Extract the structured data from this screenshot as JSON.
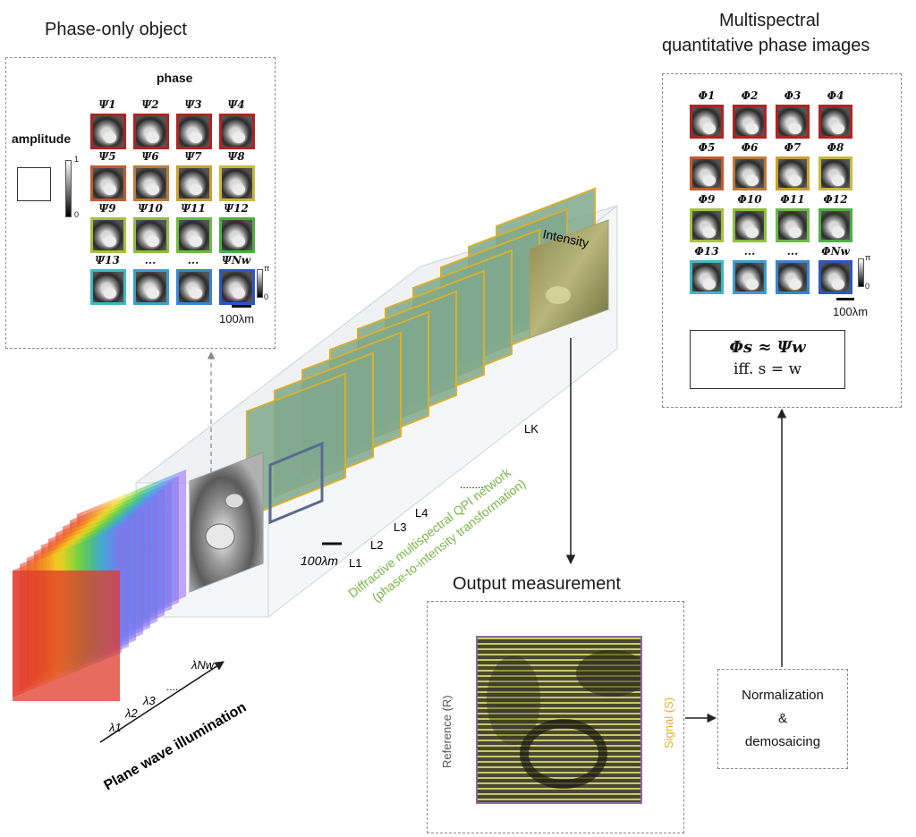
{
  "phase_object": {
    "title": "Phase-only object",
    "phase_heading": "phase",
    "amplitude_heading": "amplitude",
    "amp_scale_max": "1",
    "amp_scale_min": "0",
    "phase_scale_max": "π",
    "phase_scale_min": "0",
    "scale_bar": "100λm",
    "labels": [
      "Ψ1",
      "Ψ2",
      "Ψ3",
      "Ψ4",
      "Ψ5",
      "Ψ6",
      "Ψ7",
      "Ψ8",
      "Ψ9",
      "Ψ10",
      "Ψ11",
      "Ψ12",
      "Ψ13",
      "...",
      "...",
      "ΨNw"
    ]
  },
  "multispectral": {
    "title_line1": "Multispectral",
    "title_line2": "quantitative phase images",
    "labels": [
      "Φ1",
      "Φ2",
      "Φ3",
      "Φ4",
      "Φ5",
      "Φ6",
      "Φ7",
      "Φ8",
      "Φ9",
      "Φ10",
      "Φ11",
      "Φ12",
      "Φ13",
      "...",
      "...",
      "ΦNw"
    ],
    "phase_scale_max": "π",
    "phase_scale_min": "0",
    "scale_bar": "100λm",
    "equation_line1": "Φs ≈ Ψw",
    "equation_line2": "iff. s = w"
  },
  "network": {
    "intensity_label": "Intensity",
    "scale_bar": "100λm",
    "layers": [
      "L1",
      "L2",
      "L3",
      "L4",
      "........",
      "LK"
    ],
    "caption_line1": "Diffractive multispectral QPI network",
    "caption_line2": "(phase-to-intensity transformation)"
  },
  "illumination": {
    "wavelengths": [
      "λ1",
      "λ2",
      "λ3",
      ".....",
      "λNw"
    ],
    "caption": "Plane wave illumination"
  },
  "output": {
    "title": "Output measurement",
    "reference_label": "Reference (R)",
    "signal_label": "Signal (S)"
  },
  "normalization": {
    "line1": "Normalization",
    "line2": "&",
    "line3": "demosaicing"
  },
  "colors": {
    "row1": "#b22222",
    "row2": "#c8822a",
    "row3": "#9cbd3a",
    "row4": "#3fb7c4",
    "caption_green": "#7ab648",
    "signal_yellow": "#e0b020",
    "layer_border": "#d8b030"
  }
}
